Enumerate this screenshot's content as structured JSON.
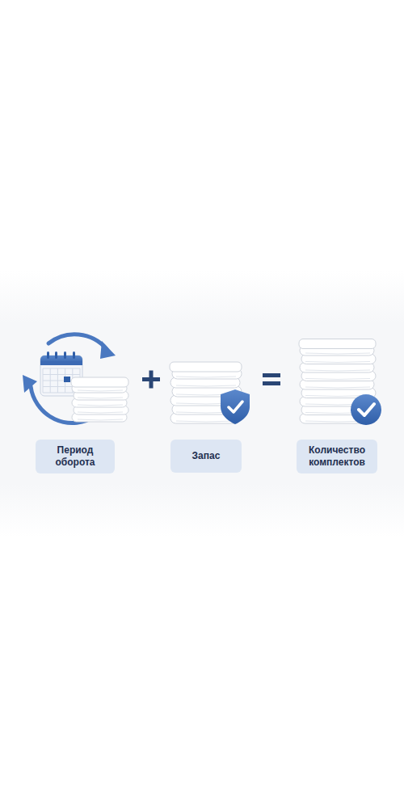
{
  "diagram": {
    "nodes": [
      {
        "text": [
          "Период оборота"
        ]
      },
      {
        "text": [
          "Запас"
        ]
      },
      {
        "text": [
          "Количество комплектов"
        ]
      }
    ]
  }
}
